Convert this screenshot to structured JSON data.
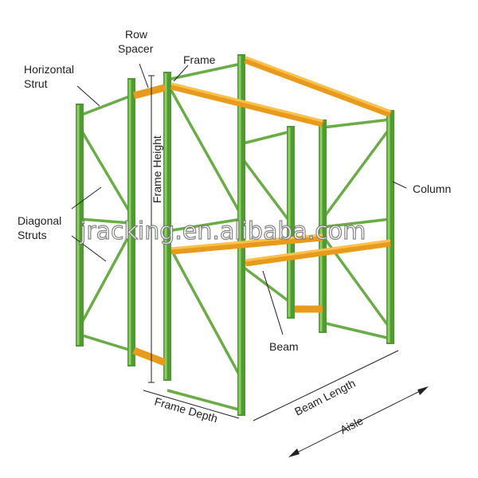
{
  "labels": {
    "row_spacer": [
      "Row",
      "Spacer"
    ],
    "horizontal_strut": [
      "Horizontal",
      "Strut"
    ],
    "frame": "Frame",
    "column": "Column",
    "diagonal_struts": [
      "Diagonal",
      "Struts"
    ],
    "frame_height": "Frame Height",
    "beam": "Beam",
    "beam_length": "Beam Length",
    "frame_depth": "Frame Depth",
    "aisle": "Aisle"
  },
  "watermark": "jracking.en.alibaba.com",
  "colors": {
    "frame_green": "#4f9a35",
    "beam_orange": "#e89a1c"
  }
}
